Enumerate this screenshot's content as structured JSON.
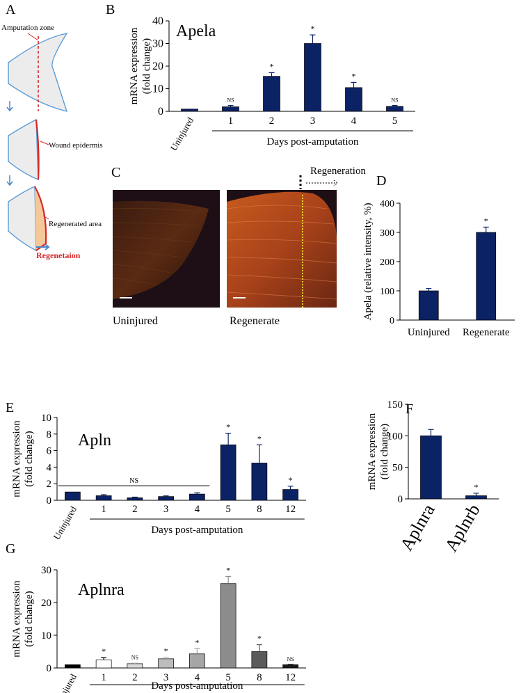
{
  "panel_letters": {
    "A": "A",
    "B": "B",
    "C": "C",
    "D": "D",
    "E": "E",
    "F": "F",
    "G": "G"
  },
  "panel_a": {
    "amputation_zone": "Amputation zone",
    "wound_epidermis": "Wound epidermis",
    "regenerated_area": "Regenerated area",
    "regeneration": "Regenetaion",
    "colors": {
      "outline": "#5b9bd5",
      "red": "#d62828",
      "arrow": "#4a86c6",
      "fill": "#ececec",
      "regen": "#f5c89a"
    }
  },
  "panel_c": {
    "left_label": "Uninjured",
    "right_label": "Regenerate",
    "regeneration_label": "Regeneration"
  },
  "colors": {
    "navy": "#0b2265",
    "white": "#ffffff",
    "light_gray": "#bdbdbd",
    "mid_gray": "#8c8c8c",
    "dark_gray": "#5a5a5a",
    "black": "#000000"
  },
  "chart_data": [
    {
      "id": "B",
      "type": "bar",
      "title": "Apela",
      "ylabel": "mRNA expression (fold change)",
      "ylabel_lines": [
        "mRNA expression",
        "(fold change)"
      ],
      "xlabel": "Days post-amputation",
      "categories": [
        "Uninjured",
        "1",
        "2",
        "3",
        "4",
        "5"
      ],
      "values": [
        1,
        2,
        15.5,
        30,
        10.5,
        2.2
      ],
      "errors": [
        0,
        0.6,
        1.6,
        3.8,
        2.3,
        0.4
      ],
      "annotations": [
        "",
        "NS",
        "*",
        "*",
        "*",
        "NS"
      ],
      "ylim": [
        0,
        40
      ],
      "yticks": [
        0,
        10,
        20,
        30,
        40
      ],
      "bar_colors": [
        "#0b2265",
        "#0b2265",
        "#0b2265",
        "#0b2265",
        "#0b2265",
        "#0b2265"
      ],
      "grid": false
    },
    {
      "id": "D",
      "type": "bar",
      "ylabel": "Apela (relative intensity, %)",
      "ylabel_lines": [
        "Apela (relative intensity, %)"
      ],
      "xlabel": "",
      "categories": [
        "Uninjured",
        "Regenerate"
      ],
      "values": [
        100,
        300
      ],
      "errors": [
        8,
        18
      ],
      "annotations": [
        "",
        "*"
      ],
      "ylim": [
        0,
        400
      ],
      "yticks": [
        0,
        100,
        200,
        300,
        400
      ],
      "bar_colors": [
        "#0b2265",
        "#0b2265"
      ],
      "grid": false
    },
    {
      "id": "E",
      "type": "bar",
      "title": "Apln",
      "ylabel": "mRNA expression (fold change)",
      "ylabel_lines": [
        "mRNA expression",
        "(fold change)"
      ],
      "xlabel": "Days post-amputation",
      "categories": [
        "Uninjured",
        "1",
        "2",
        "3",
        "4",
        "5",
        "8",
        "12"
      ],
      "values": [
        1,
        0.55,
        0.3,
        0.45,
        0.75,
        6.7,
        4.5,
        1.3
      ],
      "errors": [
        0,
        0.12,
        0.08,
        0.08,
        0.15,
        1.4,
        2.2,
        0.4
      ],
      "annotations": [
        "",
        "",
        "",
        "",
        "",
        "*",
        "*",
        "*"
      ],
      "group_label": "NS",
      "ylim": [
        0,
        10
      ],
      "yticks": [
        0,
        2,
        4,
        6,
        8,
        10
      ],
      "bar_colors": [
        "#0b2265",
        "#0b2265",
        "#0b2265",
        "#0b2265",
        "#0b2265",
        "#0b2265",
        "#0b2265",
        "#0b2265"
      ],
      "grid": false
    },
    {
      "id": "F",
      "type": "bar",
      "ylabel": "mRNA expression (fold change)",
      "ylabel_lines": [
        "mRNA expression",
        "(fold change)"
      ],
      "xlabel": "",
      "categories": [
        "Aplnra",
        "Aplnrb"
      ],
      "values": [
        100,
        5
      ],
      "errors": [
        10,
        4
      ],
      "annotations": [
        "",
        "*"
      ],
      "ylim": [
        0,
        150
      ],
      "yticks": [
        0,
        50,
        100,
        150
      ],
      "bar_colors": [
        "#0b2265",
        "#0b2265"
      ],
      "grid": false
    },
    {
      "id": "G",
      "type": "bar",
      "title": "Aplnra",
      "ylabel": "mRNA expression (fold change)",
      "ylabel_lines": [
        "mRNA expression",
        "(fold change)"
      ],
      "xlabel": "Days post-amputation",
      "categories": [
        "Uninjured",
        "1",
        "2",
        "3",
        "4",
        "5",
        "8",
        "12"
      ],
      "values": [
        1,
        2.5,
        1.3,
        2.8,
        4.3,
        25.8,
        5,
        1
      ],
      "errors": [
        0,
        0.7,
        0.3,
        0.5,
        1.6,
        2.2,
        2.1,
        0.1
      ],
      "annotations": [
        "",
        "*",
        "NS",
        "*",
        "*",
        "*",
        "*",
        "NS"
      ],
      "ylim": [
        0,
        30
      ],
      "yticks": [
        0,
        10,
        20,
        30
      ],
      "bar_colors": [
        "#000000",
        "#ffffff",
        "#d9d9d9",
        "#bdbdbd",
        "#a6a6a6",
        "#8c8c8c",
        "#5a5a5a",
        "#1a1a1a"
      ],
      "grid": false
    }
  ]
}
